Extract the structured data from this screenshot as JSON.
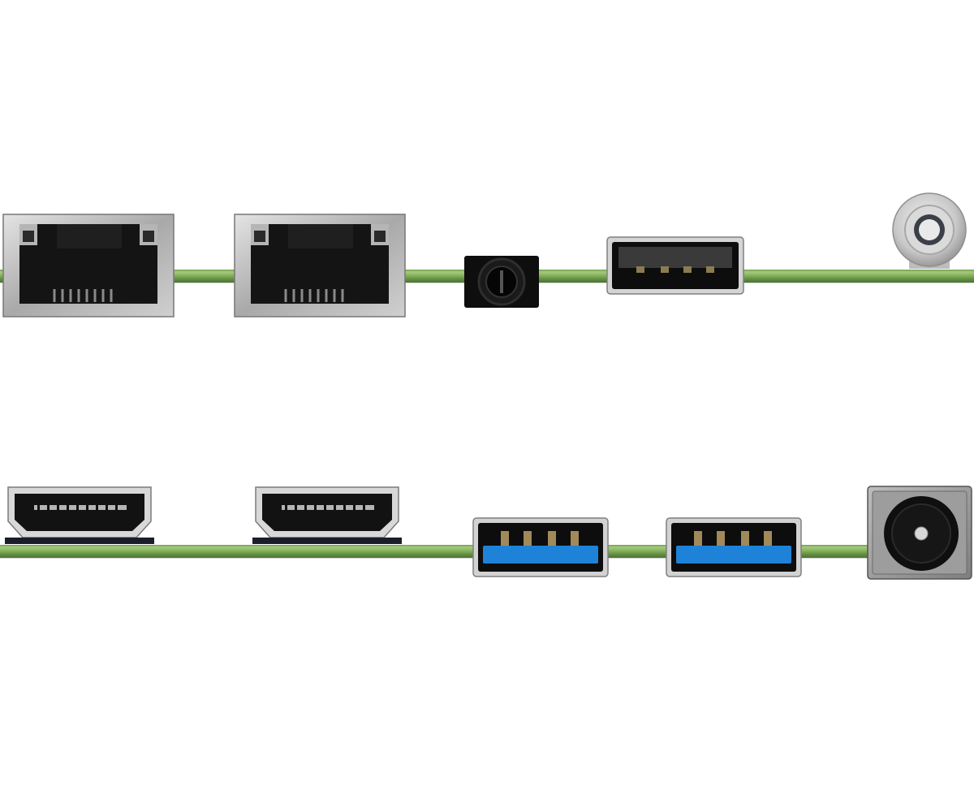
{
  "colors": {
    "background": "#ffffff",
    "pcb_green": "#86b35f",
    "metal_shell": "#c9c9c9",
    "port_black": "#111111",
    "usb3_blue": "#1e82d8"
  },
  "rows": [
    {
      "row": "top",
      "ports": [
        {
          "type": "RJ45 Ethernet",
          "icon": "rj45-port-icon"
        },
        {
          "type": "RJ45 Ethernet",
          "icon": "rj45-port-icon"
        },
        {
          "type": "3.5mm audio jack",
          "icon": "audio-jack-icon"
        },
        {
          "type": "USB 2.0 Type-A",
          "icon": "usb2-port-icon"
        },
        {
          "type": "Power button",
          "icon": "power-button-icon"
        }
      ]
    },
    {
      "row": "bottom",
      "ports": [
        {
          "type": "HDMI",
          "icon": "hdmi-port-icon"
        },
        {
          "type": "HDMI",
          "icon": "hdmi-port-icon"
        },
        {
          "type": "USB 3.0 Type-A",
          "icon": "usb3-port-icon"
        },
        {
          "type": "USB 3.0 Type-A",
          "icon": "usb3-port-icon"
        },
        {
          "type": "DC power jack",
          "icon": "dc-jack-icon"
        }
      ]
    }
  ]
}
